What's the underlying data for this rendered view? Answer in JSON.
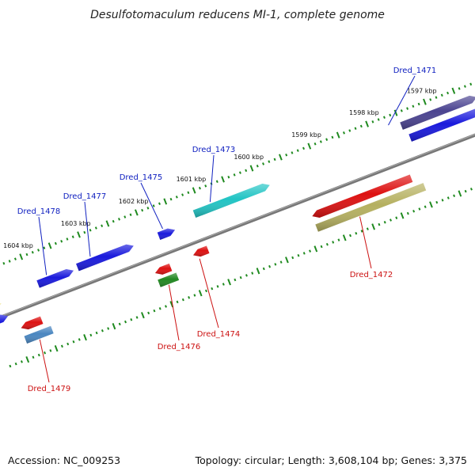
{
  "title": "Desulfotomaculum reducens MI-1, complete genome",
  "footer": {
    "accession": "Accession: NC_009253",
    "summary": "Topology: circular; Length: 3,608,104 bp; Genes: 3,375"
  },
  "colors": {
    "backbone": "#777777",
    "tick": "#1f8a1f",
    "forward_label": "#1020c0",
    "reverse_label": "#cc1111"
  },
  "kbp_labels": [
    {
      "label": "1597 kbp",
      "kbp": 1597
    },
    {
      "label": "1598 kbp",
      "kbp": 1598
    },
    {
      "label": "1599 kbp",
      "kbp": 1599
    },
    {
      "label": "1600 kbp",
      "kbp": 1600
    },
    {
      "label": "1601 kbp",
      "kbp": 1601
    },
    {
      "label": "1602 kbp",
      "kbp": 1602
    },
    {
      "label": "1603 kbp",
      "kbp": 1603
    },
    {
      "label": "1604 kbp",
      "kbp": 1604
    }
  ],
  "genes": [
    {
      "name": "Dred_1471",
      "strand": "forward",
      "color": "#4b4490",
      "labeled": true
    },
    {
      "name": "Dred_1472",
      "strand": "reverse",
      "color": "#dd1111",
      "labeled": true
    },
    {
      "name": "Dred_1473",
      "strand": "forward",
      "color": "#22c4c4",
      "labeled": true
    },
    {
      "name": "Dred_1474",
      "strand": "reverse",
      "color": "#dd1111",
      "labeled": true
    },
    {
      "name": "Dred_1475",
      "strand": "forward",
      "color": "#1a1adc",
      "labeled": true
    },
    {
      "name": "Dred_1476",
      "strand": "reverse",
      "color": "#dd1111",
      "labeled": true
    },
    {
      "name": "Dred_1477",
      "strand": "forward",
      "color": "#1a1adc",
      "labeled": true
    },
    {
      "name": "Dred_1478",
      "strand": "forward",
      "color": "#1a1adc",
      "labeled": true
    },
    {
      "name": "Dred_1479",
      "strand": "reverse",
      "color": "#dd1111",
      "labeled": true
    },
    {
      "strand": "forward",
      "color": "#1a1adc",
      "labeled": false
    },
    {
      "strand": "reverse",
      "color": "#b5b060",
      "labeled": false
    },
    {
      "strand": "reverse",
      "color": "#228822",
      "labeled": false
    },
    {
      "strand": "reverse",
      "color": "#4a86c0",
      "labeled": false
    },
    {
      "strand": "forward",
      "color": "#f0e8a0",
      "labeled": false
    },
    {
      "strand": "forward",
      "color": "#1a1adc",
      "labeled": false
    }
  ]
}
